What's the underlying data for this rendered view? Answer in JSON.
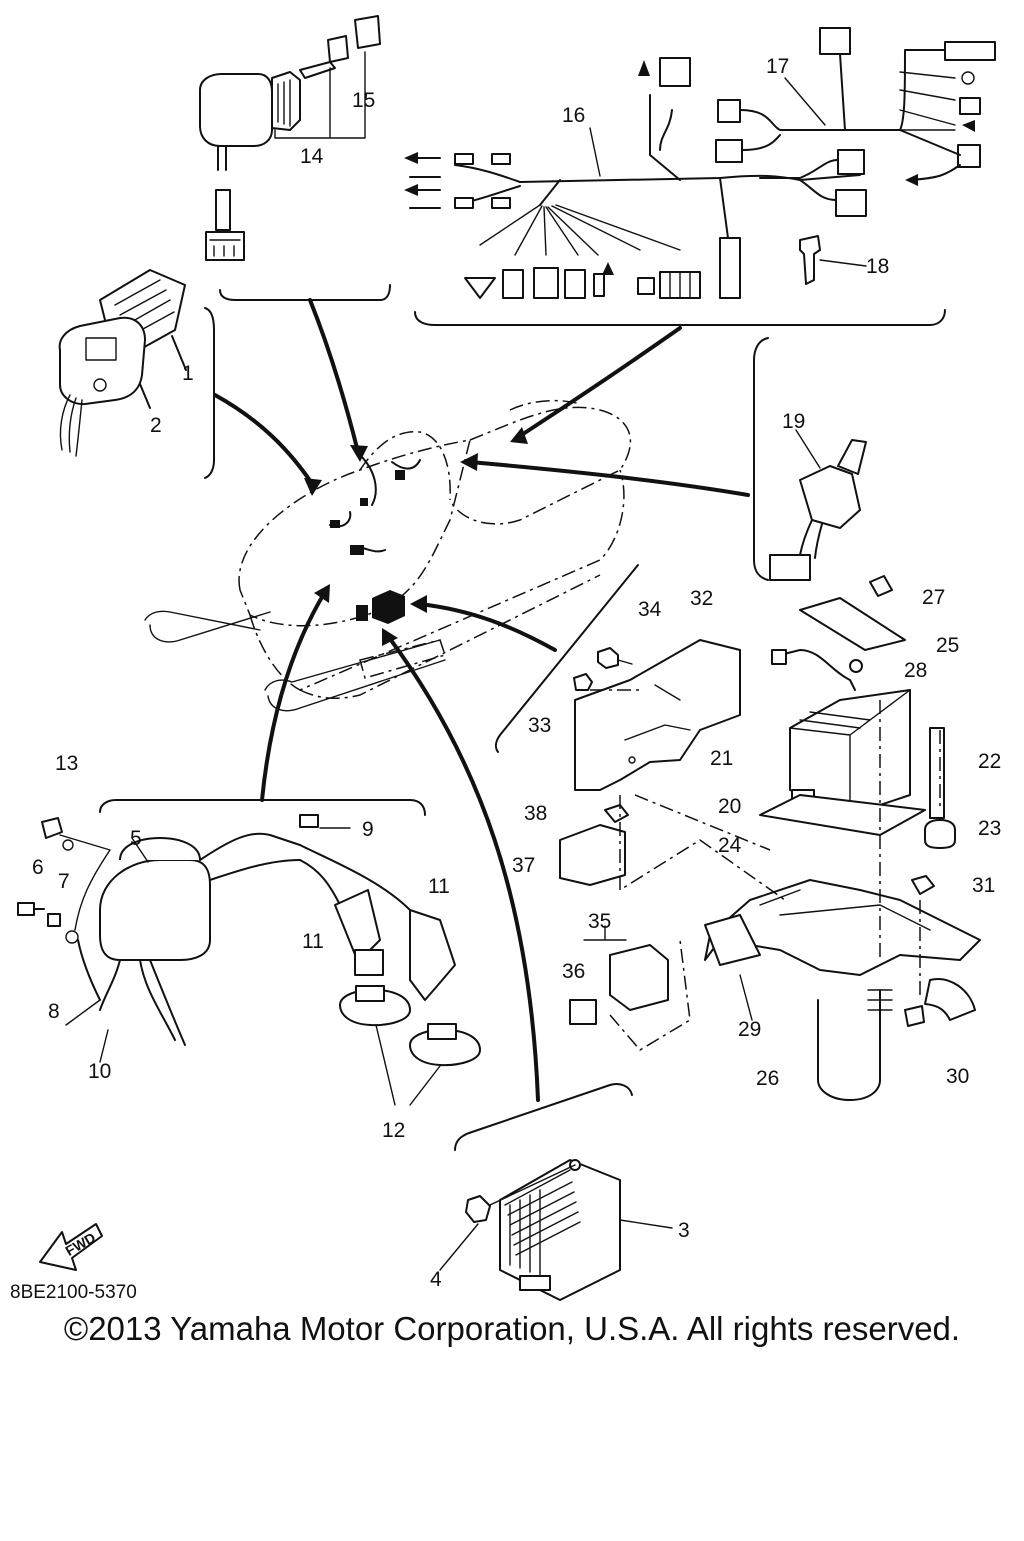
{
  "diagram": {
    "drawing_code": "8BE2100-5370",
    "copyright": "©2013 Yamaha Motor Corporation, U.S.A. All rights reserved.",
    "fwd_label": "FWD",
    "callouts": [
      "1",
      "2",
      "3",
      "4",
      "5",
      "6",
      "7",
      "8",
      "9",
      "10",
      "11",
      "11",
      "12",
      "13",
      "14",
      "15",
      "16",
      "17",
      "18",
      "19",
      "20",
      "21",
      "22",
      "23",
      "24",
      "25",
      "26",
      "27",
      "28",
      "29",
      "30",
      "31",
      "32",
      "33",
      "34",
      "35",
      "36",
      "37",
      "38"
    ]
  }
}
